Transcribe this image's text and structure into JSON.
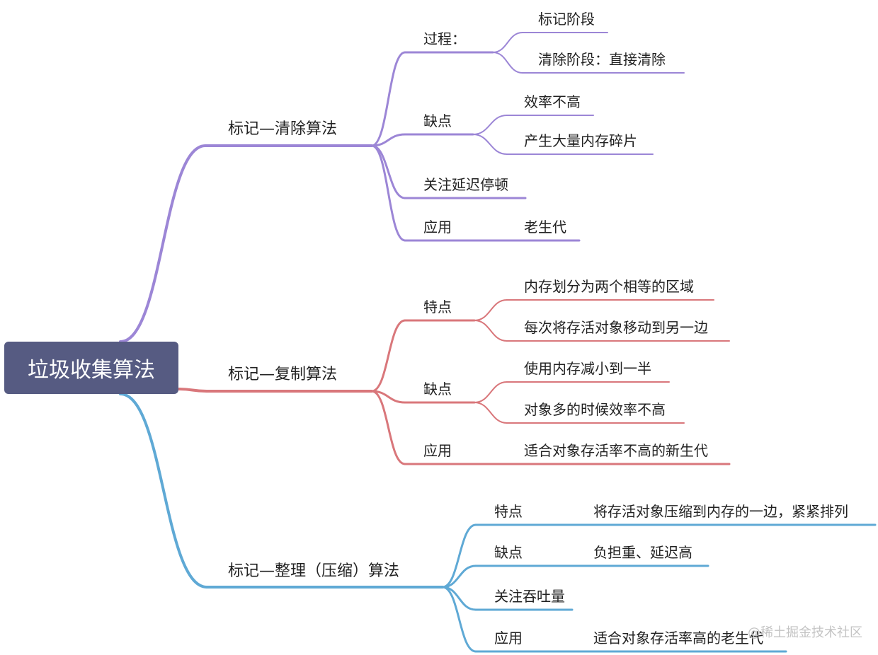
{
  "root": {
    "label": "垃圾收集算法"
  },
  "colors": {
    "purple": "#9c86d6",
    "red": "#d9777b",
    "blue": "#5fa9d5",
    "root_bg": "#565b82"
  },
  "branches": [
    {
      "label": "标记—清除算法",
      "items": [
        {
          "label": "过程：",
          "children": [
            "标记阶段",
            "清除阶段：直接清除"
          ]
        },
        {
          "label": "缺点",
          "children": [
            "效率不高",
            "产生大量内存碎片"
          ]
        },
        {
          "label": "关注延迟停顿",
          "children": []
        },
        {
          "label": "应用",
          "children": [
            "老生代"
          ]
        }
      ]
    },
    {
      "label": "标记—复制算法",
      "items": [
        {
          "label": "特点",
          "children": [
            "内存划分为两个相等的区域",
            "每次将存活对象移动到另一边"
          ]
        },
        {
          "label": "缺点",
          "children": [
            "使用内存减小到一半",
            "对象多的时候效率不高"
          ]
        },
        {
          "label": "应用",
          "children": [
            "适合对象存活率不高的新生代"
          ]
        }
      ]
    },
    {
      "label": "标记—整理（压缩）算法",
      "items": [
        {
          "label": "特点",
          "children": [
            "将存活对象压缩到内存的一边，紧紧排列"
          ]
        },
        {
          "label": "缺点",
          "children": [
            "负担重、延迟高"
          ]
        },
        {
          "label": "关注吞吐量",
          "children": []
        },
        {
          "label": "应用",
          "children": [
            "适合对象存活率高的老生代"
          ]
        }
      ]
    }
  ],
  "watermark": "@稀土掘金技术社区"
}
